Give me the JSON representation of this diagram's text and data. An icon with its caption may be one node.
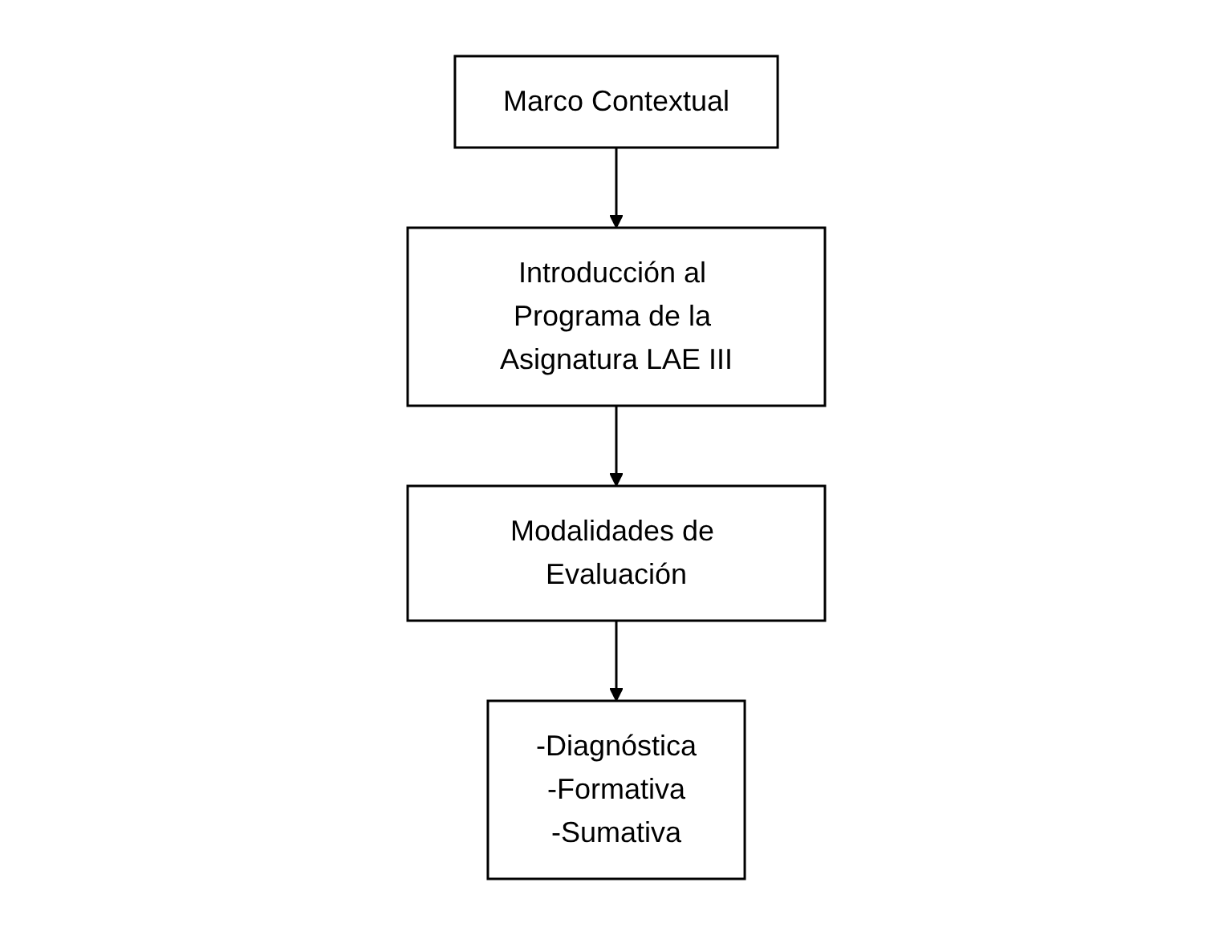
{
  "diagram": {
    "nodes": [
      {
        "text": [
          "Marco Contextual"
        ]
      },
      {
        "text": [
          "Introducción al Programa de la Asignatura LAE III"
        ]
      },
      {
        "text": [
          "Modalidades de Evaluación"
        ]
      },
      {
        "text": [
          "-Diagnóstica",
          "-Formativa",
          "-Sumativa"
        ]
      }
    ],
    "edges": [
      {
        "from": 0,
        "to": 1,
        "arrow": "to"
      },
      {
        "from": 1,
        "to": 2,
        "arrow": "to"
      },
      {
        "from": 2,
        "to": 3,
        "arrow": "to"
      }
    ]
  }
}
